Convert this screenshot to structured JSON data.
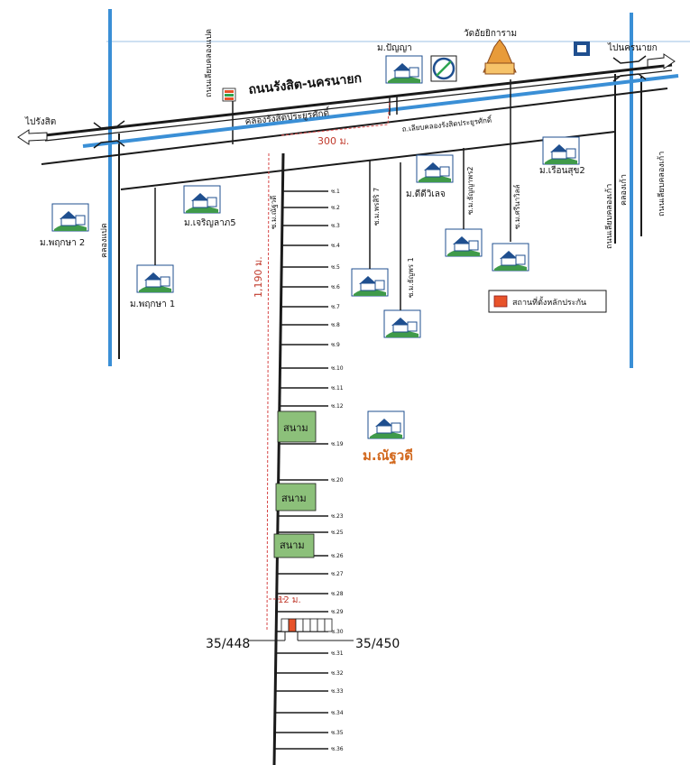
{
  "roads": {
    "main_road": "ถนนรังสิต-นครนายก",
    "canal": "คลองรังสิตประยูรศักดิ์",
    "side_road": "ถ.เลียบคลองรังสิตประยูรศักดิ์",
    "to_rangsit": "ไปรังสิต",
    "to_nakhonnayok": "ไปนครนายก",
    "khlong_paet_road": "ถนนเลียบคลองแปด",
    "khlong_paet": "คลองแปด",
    "khlong_hok_road": "ถนนเลียบคลองเก้า",
    "khlong_hok": "คลองเก้า",
    "right_side_road": "ถนนเลียบคลองเก้า"
  },
  "places": {
    "temple": "วัดอัยยิการาม",
    "m_panya": "ม.ปัญญา",
    "m_phruksa2": "ม.พฤกษา 2",
    "m_phruksa1": "ม.พฤกษา 1",
    "m_charoenlap5": "ม.เจริญลาภ5",
    "m_deedeewilet": "ม.ดีดีวิเลจ",
    "m_ruensuk2": "ม.เรือนสุข2",
    "m_natthadee": "ม.ณัฐวดี"
  },
  "sois": {
    "natthadee": "ซ.ม.ณัฐวดี",
    "pornsiri7": "ซ.ม.พรสิริ 7",
    "thanyaporn1": "ซ.ม.ธัญพร 1",
    "thanyaporn2": "ซ.ม.ธัญญาพร2",
    "ornvill": "ซ.ม.ศรีนาวิลล์",
    "labels": [
      "ซ.1",
      "ซ.2",
      "ซ.3",
      "ซ.4",
      "ซ.5",
      "ซ.6",
      "ซ.7",
      "ซ.8",
      "ซ.9",
      "ซ.10",
      "ซ.11",
      "ซ.12",
      "ซ.19",
      "ซ.20",
      "ซ.23",
      "ซ.25",
      "ซ.26",
      "ซ.27",
      "ซ.28",
      "ซ.29",
      "ซ.30",
      "ซ.31",
      "ซ.32",
      "ซ.33",
      "ซ.34",
      "ซ.35",
      "ซ.36"
    ]
  },
  "fields": [
    "สนาม",
    "สนาม",
    "สนาม"
  ],
  "distances": {
    "d300": "300 ม.",
    "d1190": "1,190 ม.",
    "d12": "12 ม."
  },
  "addresses": {
    "left": "35/448",
    "right": "35/450"
  },
  "legend": {
    "label": "สถานที่ตั้งหลักประกัน",
    "color": "#e8532a"
  },
  "colors": {
    "canal": "#3a8fd6",
    "road": "#1a1a1a",
    "field": "#8cc07a",
    "dashed": "#d64545"
  }
}
